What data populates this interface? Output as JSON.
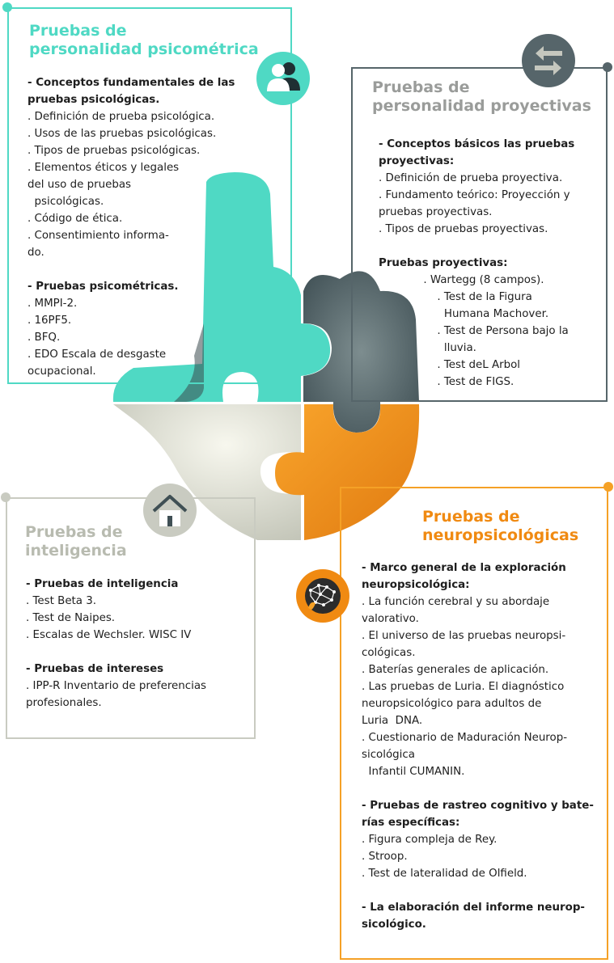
{
  "sections": {
    "psicometrica": {
      "title_line1": "Pruebas de",
      "title_line2": "personalidad psicométrica",
      "lines": [
        {
          "text": "- Conceptos fundamentales de las",
          "bold": true
        },
        {
          "text": "pruebas psicológicas.",
          "bold": true
        },
        {
          "text": ". Definición de prueba psicológica."
        },
        {
          "text": ". Usos de las pruebas psicológicas."
        },
        {
          "text": ". Tipos de pruebas psicológicas."
        },
        {
          "text": ". Elementos éticos y legales"
        },
        {
          "text": "del uso de pruebas"
        },
        {
          "text": "  psicológicas."
        },
        {
          "text": ". Código de ética."
        },
        {
          "text": ". Consentimiento informa-"
        },
        {
          "text": "do."
        },
        {
          "text": ""
        },
        {
          "text": "- Pruebas psicométricas.",
          "bold": true
        },
        {
          "text": ". MMPI-2."
        },
        {
          "text": ". 16PF5."
        },
        {
          "text": ". BFQ."
        },
        {
          "text": ". EDO Escala de desgaste"
        },
        {
          "text": "ocupacional."
        }
      ]
    },
    "proyectivas": {
      "title_line1": "Pruebas de",
      "title_line2": "personalidad proyectivas",
      "lines": [
        {
          "text": "- Conceptos básicos las pruebas",
          "bold": true
        },
        {
          "text": "proyectivas:",
          "bold": true
        },
        {
          "text": ". Definición de prueba proyectiva."
        },
        {
          "text": ". Fundamento teórico: Proyección y"
        },
        {
          "text": "pruebas proyectivas."
        },
        {
          "text": ". Tipos de pruebas proyectivas."
        },
        {
          "text": ""
        },
        {
          "text": "Pruebas proyectivas:",
          "bold": true
        },
        {
          "text": "             . Wartegg (8 campos)."
        },
        {
          "text": "                 . Test de la Figura"
        },
        {
          "text": "                   Humana Machover."
        },
        {
          "text": "                 . Test de Persona bajo la"
        },
        {
          "text": "                   lluvia."
        },
        {
          "text": "                 . Test deL Arbol"
        },
        {
          "text": "                 . Test de FIGS."
        }
      ]
    },
    "inteligencia": {
      "title_line1": "Pruebas de",
      "title_line2": "inteligencia",
      "lines": [
        {
          "text": "- Pruebas de inteligencia",
          "bold": true
        },
        {
          "text": ". Test Beta 3."
        },
        {
          "text": ". Test de Naipes."
        },
        {
          "text": ". Escalas de Wechsler. WISC IV"
        },
        {
          "text": ""
        },
        {
          "text": "- Pruebas de intereses",
          "bold": true
        },
        {
          "text": ". IPP-R Inventario de preferencias"
        },
        {
          "text": "profesionales."
        }
      ]
    },
    "neuro": {
      "title_line1": "Pruebas de",
      "title_line2": "neuropsicológicas",
      "lines": [
        {
          "text": "- Marco general de la exploración",
          "bold": true
        },
        {
          "text": "neuropsicológica:",
          "bold": true
        },
        {
          "text": ". La función cerebral y su abordaje"
        },
        {
          "text": "valorativo."
        },
        {
          "text": ". El universo de las pruebas neuropsi-"
        },
        {
          "text": "cológicas."
        },
        {
          "text": ". Baterías generales de aplicación."
        },
        {
          "text": ". Las pruebas de Luria. El diagnóstico"
        },
        {
          "text": "neuropsicológico para adultos de"
        },
        {
          "text": "Luria  DNA."
        },
        {
          "text": ". Cuestionario de Maduración Neurop-"
        },
        {
          "text": "sicológica"
        },
        {
          "text": "  Infantil CUMANIN."
        },
        {
          "text": ""
        },
        {
          "text": "- Pruebas de rastreo cognitivo y bate-",
          "bold": true
        },
        {
          "text": "rías específicas:",
          "bold": true
        },
        {
          "text": ". Figura compleja de Rey."
        },
        {
          "text": ". Stroop."
        },
        {
          "text": ". Test de lateralidad de Olfield."
        },
        {
          "text": ""
        },
        {
          "text": "- La elaboración del informe neurop-",
          "bold": true
        },
        {
          "text": "sicológico.",
          "bold": true
        }
      ]
    }
  },
  "icons": {
    "psicometrica": "people-icon",
    "proyectivas": "exchange-arrows-icon",
    "inteligencia": "house-icon",
    "neuro": "brain-network-icon"
  },
  "colors": {
    "teal": "#4fd9c4",
    "dark": "#56656a",
    "gray": "#c9cbc1",
    "orange": "#f5a126"
  }
}
